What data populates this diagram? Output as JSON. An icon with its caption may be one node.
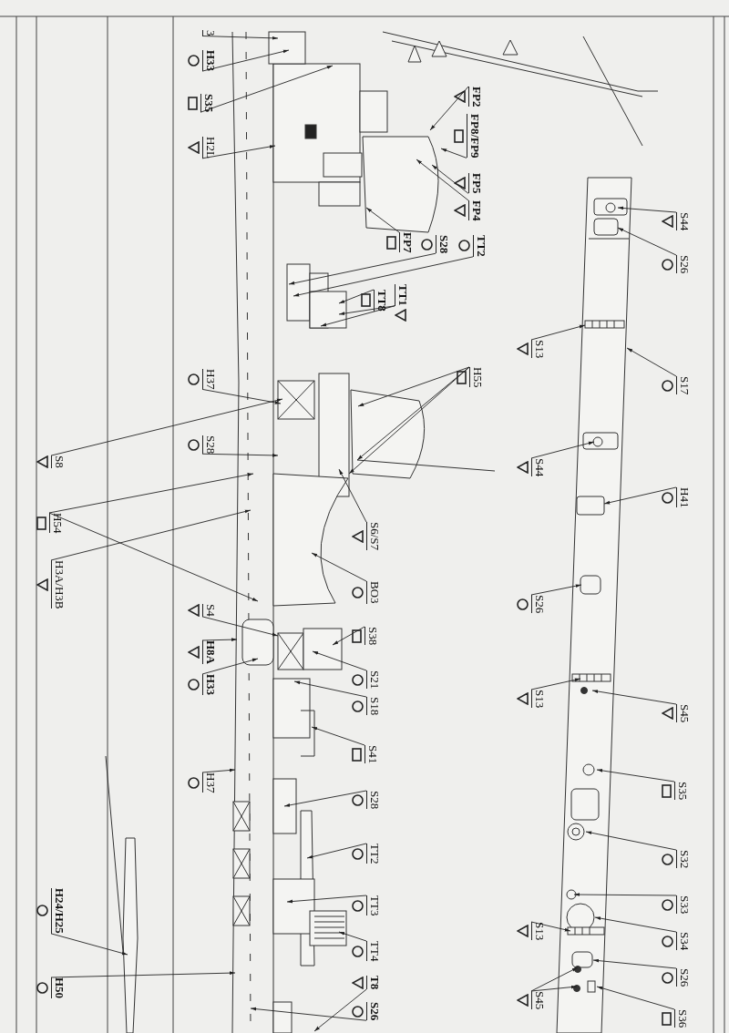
{
  "diagram": {
    "nodes": [
      {
        "text": [
          "3"
        ]
      },
      {
        "text": [
          "H33"
        ]
      },
      {
        "text": [
          "S35"
        ]
      },
      {
        "text": [
          "H2L"
        ]
      },
      {
        "text": [
          "FP2"
        ]
      },
      {
        "text": [
          "FP8/FP9"
        ]
      },
      {
        "text": [
          "FP5"
        ]
      },
      {
        "text": [
          "FP4"
        ]
      },
      {
        "text": [
          "FP7"
        ]
      },
      {
        "text": [
          "S28"
        ]
      },
      {
        "text": [
          "TT2"
        ]
      },
      {
        "text": [
          "TT8"
        ]
      },
      {
        "text": [
          "TT1"
        ]
      },
      {
        "text": [
          "S44"
        ]
      },
      {
        "text": [
          "S26"
        ]
      },
      {
        "text": [
          "S13"
        ]
      },
      {
        "text": [
          "S17"
        ]
      },
      {
        "text": [
          "H55"
        ]
      },
      {
        "text": [
          "H37"
        ]
      },
      {
        "text": [
          "S28"
        ]
      },
      {
        "text": [
          "S8"
        ]
      },
      {
        "text": [
          "S44"
        ]
      },
      {
        "text": [
          "H41"
        ]
      },
      {
        "text": [
          "H54"
        ]
      },
      {
        "text": [
          "S6/S7"
        ]
      },
      {
        "text": [
          "H3A/H3B"
        ]
      },
      {
        "text": [
          "BO3"
        ]
      },
      {
        "text": [
          "S26"
        ]
      },
      {
        "text": [
          "S4"
        ]
      },
      {
        "text": [
          "S38"
        ]
      },
      {
        "text": [
          "H8A"
        ]
      },
      {
        "text": [
          "S21"
        ]
      },
      {
        "text": [
          "H33"
        ]
      },
      {
        "text": [
          "S13"
        ]
      },
      {
        "text": [
          "S18"
        ]
      },
      {
        "text": [
          "S45"
        ]
      },
      {
        "text": [
          "S41"
        ]
      },
      {
        "text": [
          "H37"
        ]
      },
      {
        "text": [
          "S35"
        ]
      },
      {
        "text": [
          "S28"
        ]
      },
      {
        "text": [
          "S32"
        ]
      },
      {
        "text": [
          "TT2"
        ]
      },
      {
        "text": [
          "H24/H25"
        ]
      },
      {
        "text": [
          "TT3"
        ]
      },
      {
        "text": [
          "S33"
        ]
      },
      {
        "text": [
          "S34"
        ]
      },
      {
        "text": [
          "TT4"
        ]
      },
      {
        "text": [
          "S13"
        ]
      },
      {
        "text": [
          "S26"
        ]
      },
      {
        "text": [
          "T8"
        ]
      },
      {
        "text": [
          "H50"
        ]
      },
      {
        "text": [
          "S45"
        ]
      },
      {
        "text": [
          "S26"
        ]
      },
      {
        "text": [
          "S36"
        ]
      }
    ],
    "edges": [
      {
        "from": 0,
        "to": null,
        "arrow": "to"
      },
      {
        "from": 1,
        "to": null,
        "arrow": "to"
      },
      {
        "from": 2,
        "to": null,
        "arrow": "to"
      },
      {
        "from": 3,
        "to": null,
        "arrow": "to"
      },
      {
        "from": 4,
        "to": null,
        "arrow": "to"
      },
      {
        "from": 5,
        "to": null,
        "arrow": "to"
      },
      {
        "from": 6,
        "to": null,
        "arrow": "to"
      },
      {
        "from": 7,
        "to": null,
        "arrow": "to"
      },
      {
        "from": 8,
        "to": null,
        "arrow": "to"
      },
      {
        "from": 9,
        "to": null,
        "arrow": "to"
      },
      {
        "from": 10,
        "to": null,
        "arrow": "to"
      },
      {
        "from": 11,
        "to": null,
        "arrow": "to"
      },
      {
        "from": 12,
        "to": null,
        "arrow": "to"
      },
      {
        "from": 12,
        "to": null,
        "arrow": "to"
      },
      {
        "from": 13,
        "to": null,
        "arrow": "to"
      },
      {
        "from": 14,
        "to": null,
        "arrow": "to"
      },
      {
        "from": 15,
        "to": null,
        "arrow": "to"
      },
      {
        "from": 16,
        "to": null,
        "arrow": "to"
      },
      {
        "from": 17,
        "to": null,
        "arrow": "to"
      },
      {
        "from": 17,
        "to": null,
        "arrow": "to"
      },
      {
        "from": 17,
        "to": null,
        "arrow": "to"
      },
      {
        "from": 18,
        "to": null,
        "arrow": "to"
      },
      {
        "from": 19,
        "to": null,
        "arrow": "to"
      },
      {
        "from": 20,
        "to": null,
        "arrow": "to"
      },
      {
        "from": 21,
        "to": null,
        "arrow": "to"
      },
      {
        "from": 22,
        "to": null,
        "arrow": "to"
      },
      {
        "from": 23,
        "to": null,
        "arrow": "to"
      },
      {
        "from": 23,
        "to": null,
        "arrow": "to"
      },
      {
        "from": 24,
        "to": null,
        "arrow": "to"
      },
      {
        "from": 25,
        "to": null,
        "arrow": "to"
      },
      {
        "from": 26,
        "to": null,
        "arrow": "to"
      },
      {
        "from": 27,
        "to": null,
        "arrow": "to"
      },
      {
        "from": 28,
        "to": null,
        "arrow": "to"
      },
      {
        "from": 29,
        "to": null,
        "arrow": "to"
      },
      {
        "from": 30,
        "to": null,
        "arrow": "to"
      },
      {
        "from": 31,
        "to": null,
        "arrow": "to"
      },
      {
        "from": 32,
        "to": null,
        "arrow": "to"
      },
      {
        "from": 33,
        "to": null,
        "arrow": "to"
      },
      {
        "from": 34,
        "to": null,
        "arrow": "to"
      },
      {
        "from": 35,
        "to": null,
        "arrow": "to"
      },
      {
        "from": 36,
        "to": null,
        "arrow": "to"
      },
      {
        "from": 37,
        "to": null,
        "arrow": "to"
      },
      {
        "from": 38,
        "to": null,
        "arrow": "to"
      },
      {
        "from": 39,
        "to": null,
        "arrow": "to"
      },
      {
        "from": 40,
        "to": null,
        "arrow": "to"
      },
      {
        "from": 41,
        "to": null,
        "arrow": "to"
      },
      {
        "from": 42,
        "to": null,
        "arrow": "to"
      },
      {
        "from": 43,
        "to": null,
        "arrow": "to"
      },
      {
        "from": 44,
        "to": null,
        "arrow": "to"
      },
      {
        "from": 45,
        "to": null,
        "arrow": "to"
      },
      {
        "from": 46,
        "to": null,
        "arrow": "to"
      },
      {
        "from": 47,
        "to": null,
        "arrow": "to"
      },
      {
        "from": 48,
        "to": null,
        "arrow": "to"
      },
      {
        "from": 49,
        "to": null,
        "arrow": "to"
      },
      {
        "from": 50,
        "to": null,
        "arrow": "to"
      },
      {
        "from": 51,
        "to": null,
        "arrow": "to"
      },
      {
        "from": 51,
        "to": null,
        "arrow": "to"
      },
      {
        "from": 52,
        "to": null,
        "arrow": "to"
      },
      {
        "from": 53,
        "to": null,
        "arrow": "to"
      }
    ]
  }
}
